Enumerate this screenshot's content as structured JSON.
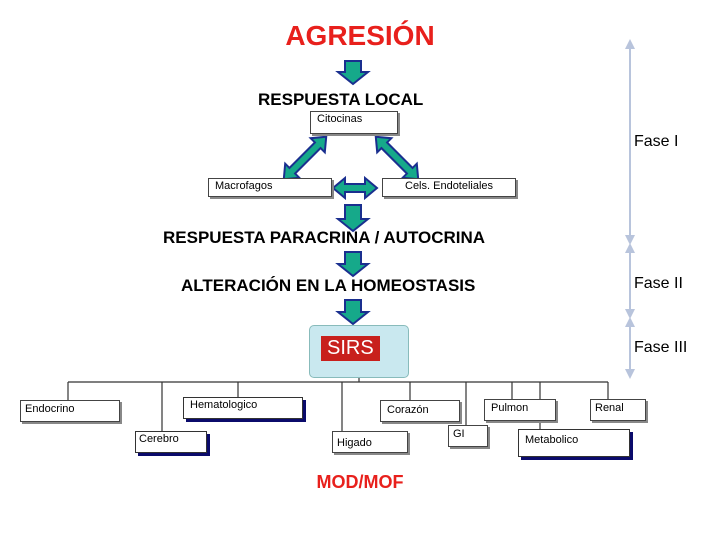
{
  "title": "AGRESIÓN",
  "headings": {
    "respuesta_local": "RESPUESTA LOCAL",
    "paracrina": "RESPUESTA PARACRINA / AUTOCRINA",
    "homeostasis": "ALTERACIÓN EN LA HOMEOSTASIS"
  },
  "boxes": {
    "citocinas": "Citocinas",
    "macrofagos": "Macrofagos",
    "endoteliales": "Cels. Endoteliales"
  },
  "sirs": "SIRS",
  "organs": {
    "endocrino": "Endocrino",
    "hematologico": "Hematologico",
    "corazon": "Corazón",
    "pulmon": "Pulmon",
    "renal": "Renal",
    "cerebro": "Cerebro",
    "higado": "Higado",
    "gi": "GI",
    "metabolico": "Metabolico"
  },
  "phases": {
    "fase1": "Fase I",
    "fase2": "Fase II",
    "fase3": "Fase III"
  },
  "outcome": "MOD/MOF",
  "colors": {
    "title": "#e8201c",
    "arrow_fill": "#16a98a",
    "arrow_stroke": "#1a2f8f",
    "sirs_bg": "#c9e8ef",
    "sirs_label": "#c8201c",
    "phase_arrow": "#b8c4dc"
  }
}
